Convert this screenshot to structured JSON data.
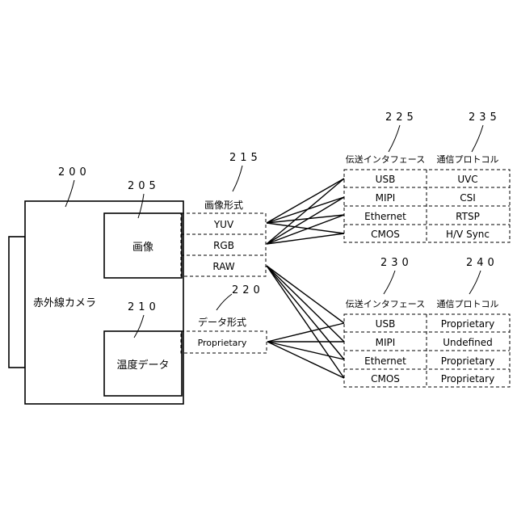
{
  "camera": {
    "label": "赤外線カメラ",
    "ref": "200"
  },
  "image": {
    "label": "画像",
    "ref": "205"
  },
  "thermal": {
    "label": "温度データ",
    "ref": "210"
  },
  "image_format": {
    "ref": "215",
    "title": "画像形式",
    "items": [
      "YUV",
      "RGB",
      "RAW"
    ]
  },
  "data_format": {
    "ref": "220",
    "title": "データ形式",
    "items": [
      "Proprietary"
    ]
  },
  "table_top": {
    "iface_ref": "225",
    "proto_ref": "235",
    "iface_header": "伝送インタフェース",
    "proto_header": "通信プロトコル",
    "rows": [
      {
        "iface": "USB",
        "proto": "UVC"
      },
      {
        "iface": "MIPI",
        "proto": "CSI"
      },
      {
        "iface": "Ethernet",
        "proto": "RTSP"
      },
      {
        "iface": "CMOS",
        "proto": "H/V Sync"
      }
    ]
  },
  "table_bottom": {
    "iface_ref": "230",
    "proto_ref": "240",
    "iface_header": "伝送インタフェース",
    "proto_header": "通信プロトコル",
    "rows": [
      {
        "iface": "USB",
        "proto": "Proprietary"
      },
      {
        "iface": "MIPI",
        "proto": "Undefined"
      },
      {
        "iface": "Ethernet",
        "proto": "Proprietary"
      },
      {
        "iface": "CMOS",
        "proto": "Proprietary"
      }
    ]
  }
}
